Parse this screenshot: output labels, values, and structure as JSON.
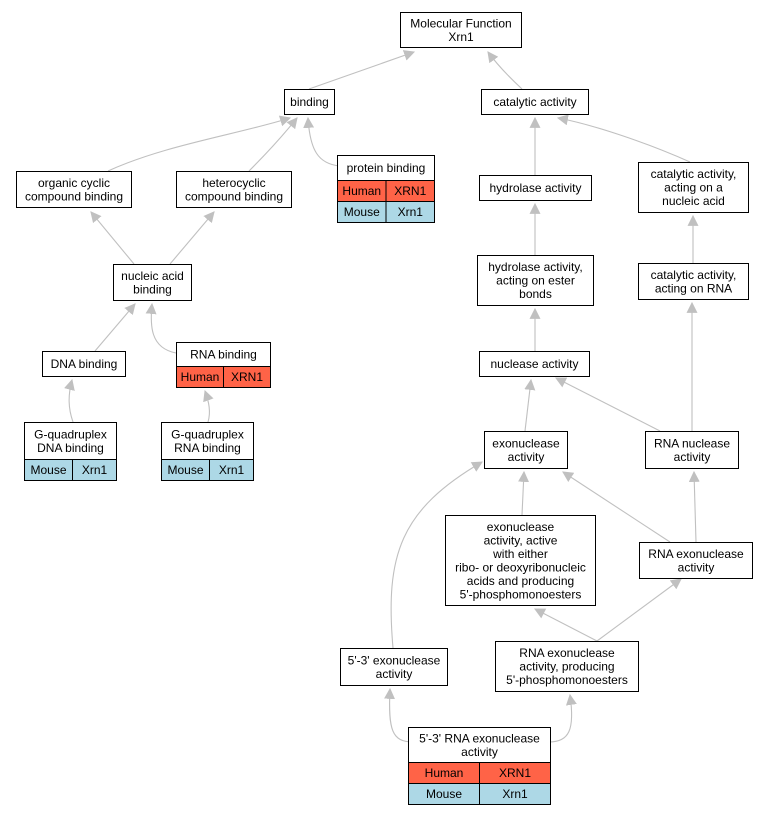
{
  "colors": {
    "human": "#ff6347",
    "mouse": "#add8e6",
    "edge": "#c0c0c0",
    "border": "#000000",
    "background": "#ffffff"
  },
  "nodes": {
    "molecular_function": {
      "lines": [
        "Molecular Function",
        "Xrn1"
      ]
    },
    "binding": {
      "lines": [
        "binding"
      ]
    },
    "catalytic_activity": {
      "lines": [
        "catalytic activity"
      ]
    },
    "organic_cyclic": {
      "lines": [
        "organic cyclic",
        "compound binding"
      ]
    },
    "heterocyclic": {
      "lines": [
        "heterocyclic",
        "compound binding"
      ]
    },
    "protein_binding": {
      "lines": [
        "protein binding"
      ],
      "rows": [
        [
          "Human",
          "XRN1"
        ],
        [
          "Mouse",
          "Xrn1"
        ]
      ]
    },
    "hydrolase_activity": {
      "lines": [
        "hydrolase activity"
      ]
    },
    "catalytic_nucleic": {
      "lines": [
        "catalytic activity,",
        "acting on a",
        "nucleic acid"
      ]
    },
    "nucleic_acid_binding": {
      "lines": [
        "nucleic acid",
        "binding"
      ]
    },
    "hydrolase_ester": {
      "lines": [
        "hydrolase activity,",
        "acting on ester",
        "bonds"
      ]
    },
    "catalytic_rna": {
      "lines": [
        "catalytic activity,",
        "acting on RNA"
      ]
    },
    "dna_binding": {
      "lines": [
        "DNA binding"
      ]
    },
    "rna_binding": {
      "lines": [
        "RNA binding"
      ],
      "rows": [
        [
          "Human",
          "XRN1"
        ]
      ]
    },
    "nuclease_activity": {
      "lines": [
        "nuclease activity"
      ]
    },
    "g_quad_dna": {
      "lines": [
        "G-quadruplex",
        "DNA binding"
      ],
      "rows": [
        [
          "Mouse",
          "Xrn1"
        ]
      ]
    },
    "g_quad_rna": {
      "lines": [
        "G-quadruplex",
        "RNA binding"
      ],
      "rows": [
        [
          "Mouse",
          "Xrn1"
        ]
      ]
    },
    "exonuclease_activity": {
      "lines": [
        "exonuclease",
        "activity"
      ]
    },
    "rna_nuclease": {
      "lines": [
        "RNA nuclease",
        "activity"
      ]
    },
    "exonuclease_active_either": {
      "lines": [
        "exonuclease",
        "activity, active",
        "with either",
        "ribo- or deoxyribonucleic",
        "acids and producing",
        "5'-phosphomonoesters"
      ]
    },
    "rna_exonuclease": {
      "lines": [
        "RNA exonuclease",
        "activity"
      ]
    },
    "five_three_exonuclease": {
      "lines": [
        "5'-3' exonuclease",
        "activity"
      ]
    },
    "rna_exonuclease_producing": {
      "lines": [
        "RNA exonuclease",
        "activity, producing",
        "5'-phosphomonoesters"
      ]
    },
    "five_three_rna_exonuclease": {
      "lines": [
        "5'-3' RNA exonuclease",
        "activity"
      ],
      "rows": [
        [
          "Human",
          "XRN1"
        ],
        [
          "Mouse",
          "Xrn1"
        ]
      ]
    }
  }
}
